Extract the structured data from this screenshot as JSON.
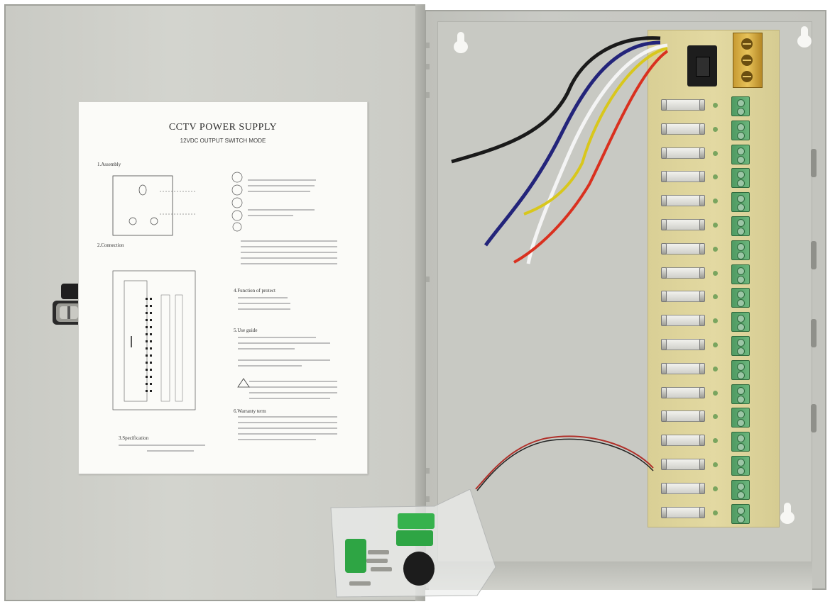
{
  "manual": {
    "title": "CCTV POWER SUPPLY",
    "subtitle": "12VDC OUTPUT SWITCH MODE",
    "sections": {
      "assembly": "1.Assembly",
      "connection": "2.Connection",
      "specification": "3.Specification",
      "function": "4.Function of protect",
      "use_guide": "5.Use guide",
      "warranty": "6.Warranty term"
    }
  },
  "device": {
    "outputs": 18,
    "colors": {
      "enclosure": "#c9cac4",
      "pcb": "#e0d69e",
      "terminal": "#5fa872",
      "wire_black": "#1a1a1a",
      "wire_blue": "#23247a",
      "wire_white": "#f4f4f4",
      "wire_yellow": "#d8c71c",
      "wire_red": "#d9301f"
    }
  }
}
